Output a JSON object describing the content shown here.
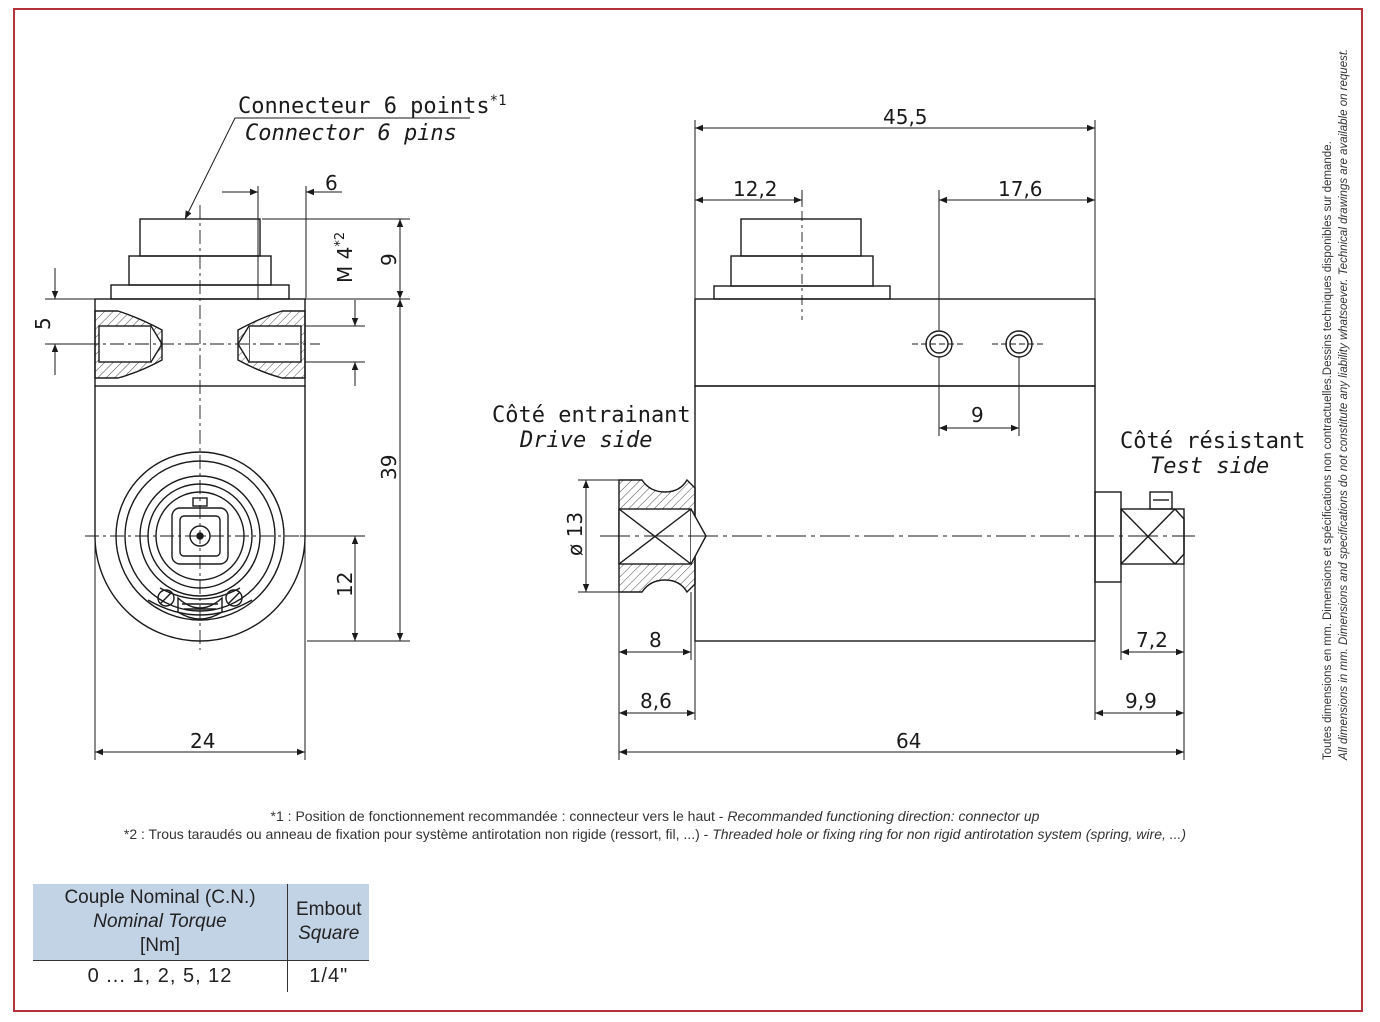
{
  "labels": {
    "connector_fr": "Connecteur 6 points",
    "connector_sup": "*1",
    "connector_en": "Connector 6 pins",
    "drive_fr": "Côté entrainant",
    "drive_en": "Drive side",
    "test_fr": "Côté résistant",
    "test_en": "Test side",
    "thread": "M 4",
    "thread_sup": "*2"
  },
  "dimensions": {
    "d_6": "6",
    "d_9_top": "9",
    "d_5": "5",
    "d_39": "39",
    "d_12": "12",
    "d_24": "24",
    "d_45_5": "45,5",
    "d_12_2": "12,2",
    "d_17_6": "17,6",
    "d_9_holes": "9",
    "d_13": "ø 13",
    "d_8": "8",
    "d_8_6": "8,6",
    "d_7_2": "7,2",
    "d_9_9": "9,9",
    "d_64": "64"
  },
  "notes": {
    "n1_fr": "*1 : Position de fonctionnement recommandée : connecteur vers le haut - ",
    "n1_en": "Recommanded functioning direction: connector up",
    "n2_fr": "*2 : Trous taraudés ou anneau de fixation pour système antirotation non rigide (ressort, fil, ...) - ",
    "n2_en": "Threaded hole or fixing ring for non rigid antirotation system (spring, wire, ...)"
  },
  "side_note": {
    "fr": "Toutes dimensions en mm. Dimensions et spécifications non contractuelles.Dessins techniques disponibles sur demande.",
    "en": "All dimensions in mm. Dimensions and specifications do not constitute any liability whatsoever. Technical drawings are available on request."
  },
  "table": {
    "col1_fr": "Couple Nominal (C.N.)",
    "col1_en": "Nominal Torque",
    "col1_unit": "[Nm]",
    "col2_fr": "Embout",
    "col2_en": "Square",
    "row1_col1": "0 ... 1, 2, 5, 12",
    "row1_col2": "1/4\""
  },
  "colors": {
    "frame": "#b5343c",
    "table_header": "#c3d3e6",
    "line": "#1a1a1a"
  }
}
